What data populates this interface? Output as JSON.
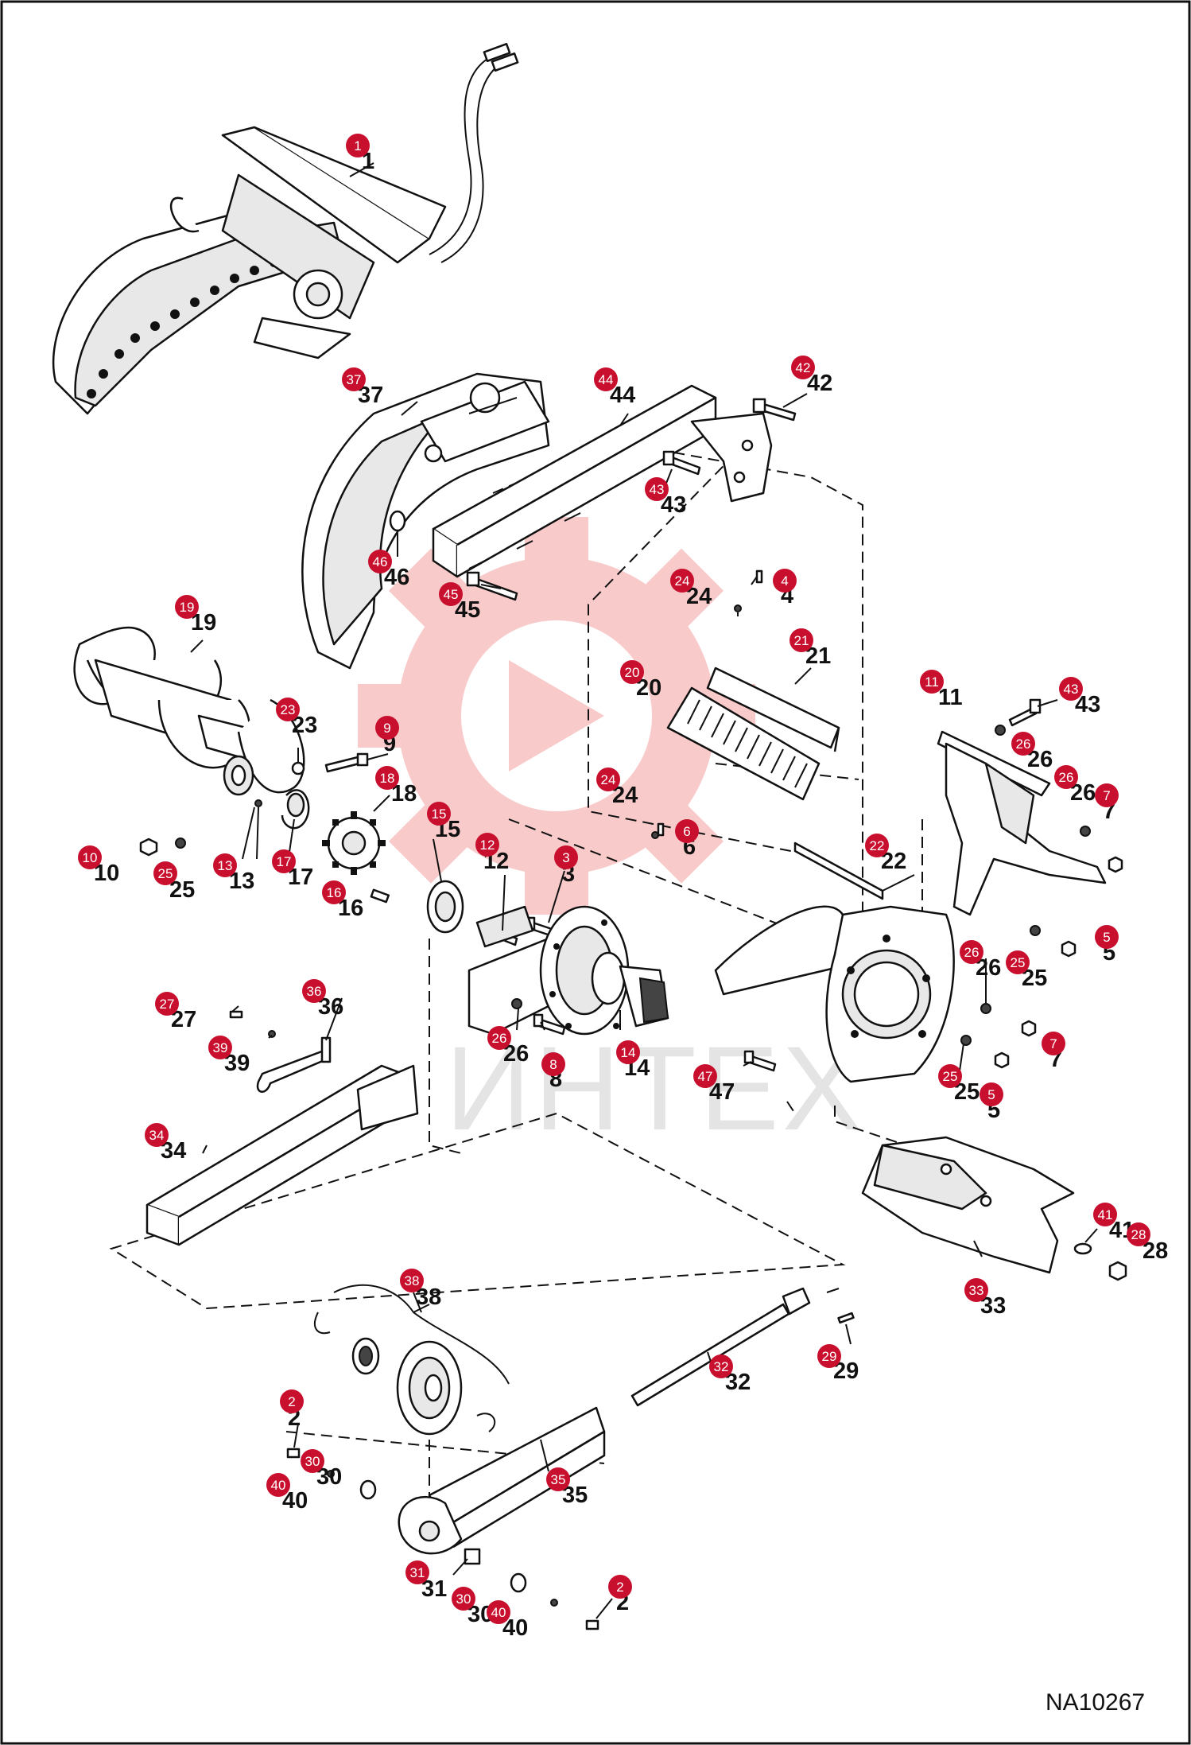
{
  "drawing_id": "NA10267",
  "watermark": "ИНТЕХ",
  "colors": {
    "badge": "#c8102e",
    "watermark": "#f4a0a0",
    "line": "#111111"
  },
  "parts": [
    {
      "n": "1",
      "label": "1"
    },
    {
      "n": "2",
      "label": "2"
    },
    {
      "n": "3",
      "label": "3"
    },
    {
      "n": "4",
      "label": "4"
    },
    {
      "n": "5",
      "label": "5"
    },
    {
      "n": "6",
      "label": "6"
    },
    {
      "n": "7",
      "label": "7"
    },
    {
      "n": "8",
      "label": "8"
    },
    {
      "n": "9",
      "label": "9"
    },
    {
      "n": "10",
      "label": "10"
    },
    {
      "n": "11",
      "label": "11"
    },
    {
      "n": "12",
      "label": "12"
    },
    {
      "n": "13",
      "label": "13"
    },
    {
      "n": "14",
      "label": "14"
    },
    {
      "n": "15",
      "label": "15"
    },
    {
      "n": "16",
      "label": "16"
    },
    {
      "n": "17",
      "label": "17"
    },
    {
      "n": "18",
      "label": "18"
    },
    {
      "n": "19",
      "label": "19"
    },
    {
      "n": "20",
      "label": "20"
    },
    {
      "n": "21",
      "label": "21"
    },
    {
      "n": "22",
      "label": "22"
    },
    {
      "n": "23",
      "label": "23"
    },
    {
      "n": "24",
      "label": "24"
    },
    {
      "n": "25",
      "label": "25"
    },
    {
      "n": "26",
      "label": "26"
    },
    {
      "n": "27",
      "label": "27"
    },
    {
      "n": "28",
      "label": "28"
    },
    {
      "n": "29",
      "label": "29"
    },
    {
      "n": "30",
      "label": "30"
    },
    {
      "n": "31",
      "label": "31"
    },
    {
      "n": "32",
      "label": "32"
    },
    {
      "n": "33",
      "label": "33"
    },
    {
      "n": "34",
      "label": "34"
    },
    {
      "n": "35",
      "label": "35"
    },
    {
      "n": "36",
      "label": "36"
    },
    {
      "n": "37",
      "label": "37"
    },
    {
      "n": "38",
      "label": "38"
    },
    {
      "n": "39",
      "label": "39"
    },
    {
      "n": "40",
      "label": "40"
    },
    {
      "n": "41",
      "label": "41"
    },
    {
      "n": "42",
      "label": "42"
    },
    {
      "n": "43",
      "label": "43"
    },
    {
      "n": "44",
      "label": "44"
    },
    {
      "n": "45",
      "label": "45"
    },
    {
      "n": "46",
      "label": "46"
    },
    {
      "n": "47",
      "label": "47"
    }
  ]
}
